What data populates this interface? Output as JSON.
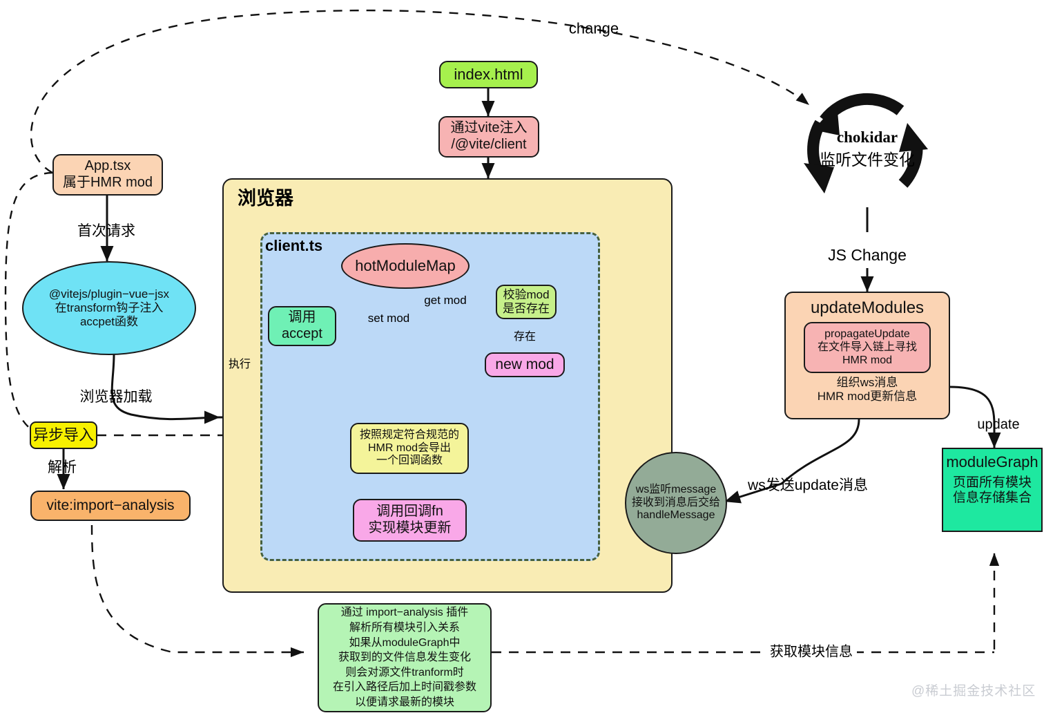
{
  "diagram": {
    "title_watermark": "@稀土掘金技术社区",
    "nodes": {
      "index_html": {
        "label": "index.html",
        "color": "#a6f04d"
      },
      "vite_inject": {
        "label": "通过vite注入\n/@vite/client",
        "color": "#f7b3b3"
      },
      "app_tsx": {
        "label": "App.tsx\n属于HMR mod",
        "color": "#fbd4b4"
      },
      "plugin_vue_jsx": {
        "label": "@vitejs/plugin−vue−jsx\n在transform钩子注入\naccpet函数",
        "color": "#6fe2f5"
      },
      "async_import": {
        "label": "异步导入",
        "color": "#f7f000"
      },
      "import_analysis": {
        "label": "vite:import−analysis",
        "color": "#f9b36b"
      },
      "browser_box": {
        "label": "浏览器",
        "color": "#f9ecb4"
      },
      "client_ts": {
        "label": "client.ts",
        "color": "#bcd9f7"
      },
      "hot_module_map": {
        "label": "hotModuleMap",
        "color": "#f7adad"
      },
      "call_accept": {
        "label": "调用\naccept",
        "color": "#6ff0b5"
      },
      "check_mod": {
        "label": "校验mod\n是否存在",
        "color": "#c6f08a"
      },
      "new_mod": {
        "label": "new mod",
        "color": "#f9a8e8"
      },
      "hmr_export": {
        "label": "按照规定符合规范的\nHMR mod会导出\n一个回调函数",
        "color": "#f4f49a"
      },
      "call_callback": {
        "label": "调用回调fn\n实现模块更新",
        "color": "#f9a8e8"
      },
      "ws_listen": {
        "label": "ws监听message\n接收到消息后交给\nhandleMessage",
        "color": "#93ab97"
      },
      "chokidar": {
        "label_en": "chokidar",
        "label_cn": "监听文件变化"
      },
      "update_modules": {
        "label": "updateModules",
        "color": "#fbd4b4"
      },
      "propagate_update": {
        "label": "propagateUpdate\n在文件导入链上寻找\nHMR mod",
        "color": "#f7b3b3"
      },
      "update_modules_foot": {
        "label": "组织ws消息\nHMR mod更新信息"
      },
      "module_graph": {
        "label_en": "moduleGraph",
        "label_cn": "页面所有模块\n信息存储集合",
        "color": "#1ee8a0"
      },
      "import_analysis_note": {
        "label": "通过 import−analysis 插件\n解析所有模块引入关系\n如果从moduleGraph中\n获取到的文件信息发生变化\n则会对源文件tranform时\n在引入路径后加上时间戳参数\n以便请求最新的模块",
        "color": "#b5f4b5"
      }
    },
    "edge_labels": {
      "change": "change",
      "first_request": "首次请求",
      "browser_load": "浏览器加载",
      "parse": "解析",
      "execute": "执行",
      "set_mod": "set mod",
      "get_mod": "get mod",
      "exists": "存在",
      "js_change": "JS Change",
      "ws_send_update": "ws发送update消息",
      "update": "update",
      "get_module_info": "获取模块信息"
    }
  }
}
